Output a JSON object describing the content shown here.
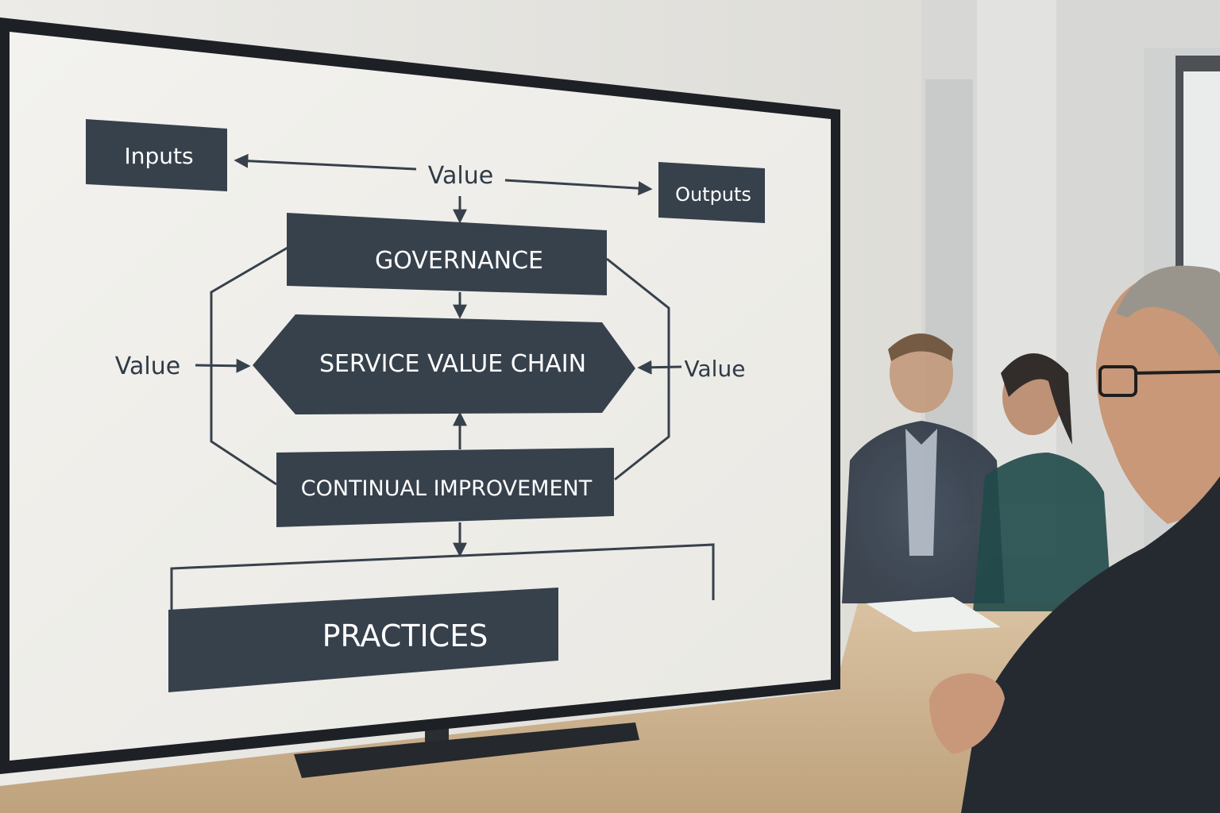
{
  "diagram": {
    "inputs_label": "Inputs",
    "outputs_label": "Outputs",
    "value_top_label": "Value",
    "value_left_label": "Value",
    "value_right_label": "Value",
    "governance_label": "GOVERNANCE",
    "service_value_chain_label": "SERVICE VALUE CHAIN",
    "continual_improvement_label": "CONTINUAL IMPROVEMENT",
    "practices_label": "PRACTICES"
  },
  "colors": {
    "box_fill": "#37414c",
    "screen_bg": "#efeeea",
    "bezel": "#1d2126",
    "wall": "#e4e3df",
    "table": "#c8ad8b"
  }
}
